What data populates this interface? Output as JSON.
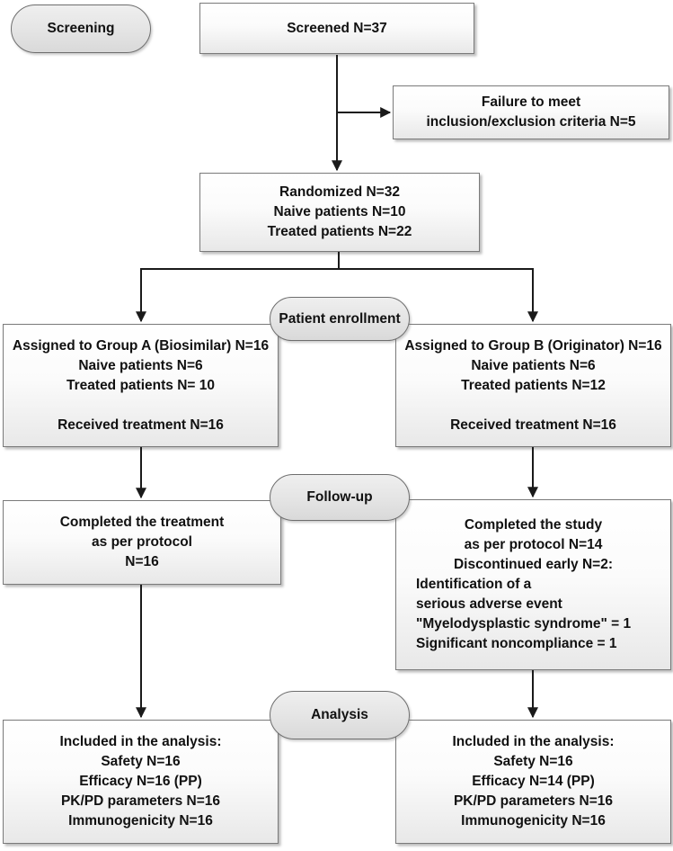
{
  "figure": {
    "type": "flowchart",
    "stage_labels": {
      "screening": "Screening",
      "enrollment": "Patient enrollment",
      "followup": "Follow-up",
      "analysis": "Analysis"
    },
    "boxes": {
      "screened": {
        "lines": [
          "Screened N=37"
        ]
      },
      "failure": {
        "lines": [
          "Failure to meet",
          "inclusion/exclusion criteria N=5"
        ]
      },
      "randomized": {
        "lines": [
          "Randomized N=32",
          "Naive patients N=10",
          "Treated patients N=22"
        ]
      },
      "group_a": {
        "lines": [
          "Assigned to Group A (Biosimilar) N=16",
          "Naive patients N=6",
          "Treated patients N= 10",
          "Received treatment N=16"
        ]
      },
      "group_b": {
        "lines": [
          "Assigned to Group B (Originator) N=16",
          "Naive patients N=6",
          "Treated patients N=12",
          "Received treatment N=16"
        ]
      },
      "followup_a": {
        "lines": [
          "Completed the treatment",
          "as per protocol",
          "N=16"
        ]
      },
      "followup_b": {
        "centered_lines": [
          "Completed the study",
          "as per protocol N=14",
          "Discontinued early N=2:"
        ],
        "left_lines": [
          "Identification of a",
          "serious adverse event",
          "\"Myelodysplastic syndrome\" = 1",
          "Significant noncompliance = 1"
        ]
      },
      "analysis_a": {
        "lines": [
          "Included in the analysis:",
          "Safety N=16",
          "Efficacy N=16 (PP)",
          "PK/PD parameters N=16",
          "Immunogenicity N=16"
        ]
      },
      "analysis_b": {
        "lines": [
          "Included in the analysis:",
          "Safety N=16",
          "Efficacy N=14 (PP)",
          "PK/PD parameters N=16",
          "Immunogenicity N=16"
        ]
      }
    },
    "colors": {
      "box_fill_top": "#ffffff",
      "box_fill_bottom": "#e8e8e8",
      "box_border": "#7a7a7a",
      "oval_fill": "#e4e4e4",
      "oval_border": "#6e6e6e",
      "arrow": "#1a1a1a",
      "text": "#111111"
    }
  }
}
